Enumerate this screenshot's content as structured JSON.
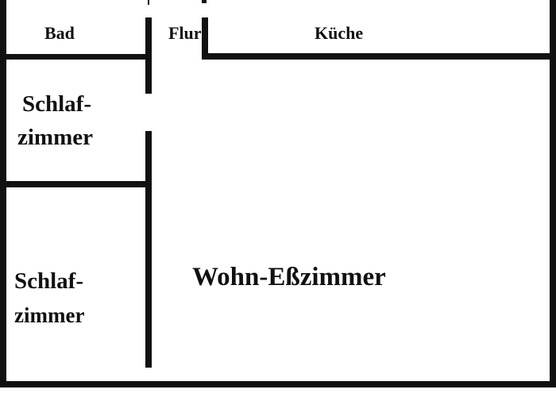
{
  "floor_plan": {
    "rooms": {
      "bad": "Bad",
      "flur": "Flur",
      "kueche": "Küche",
      "schlafzimmer_1": {
        "line1": "Schlaf-",
        "line2": "zimmer"
      },
      "schlafzimmer_2": {
        "line1": "Schlaf-",
        "line2": "zimmer"
      },
      "wohn_esszimmer": "Wohn-Eßzimmer"
    },
    "colors": {
      "wall": "#111111",
      "background": "#ffffff",
      "text": "#111111"
    }
  }
}
